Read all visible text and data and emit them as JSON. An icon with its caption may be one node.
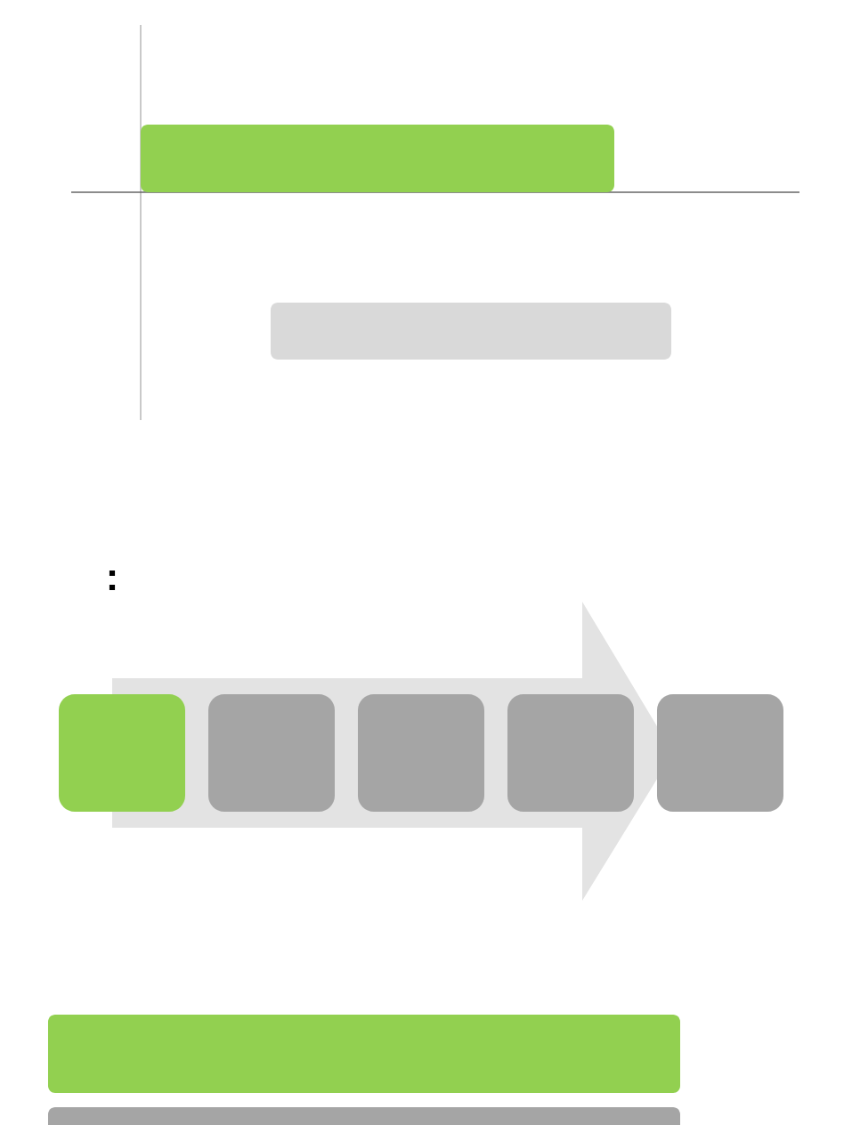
{
  "diagram": {
    "nodes": [
      {
        "text": [],
        "shape": "bar"
      },
      {
        "text": [],
        "shape": "bar"
      },
      {
        "text": [],
        "shape": "box"
      },
      {
        "text": [],
        "shape": "box"
      },
      {
        "text": [],
        "shape": "box"
      },
      {
        "text": [],
        "shape": "box"
      },
      {
        "text": [],
        "shape": "box"
      },
      {
        "text": [],
        "shape": "bar"
      },
      {
        "text": [],
        "shape": "bar"
      }
    ],
    "labels": [
      ":"
    ]
  }
}
